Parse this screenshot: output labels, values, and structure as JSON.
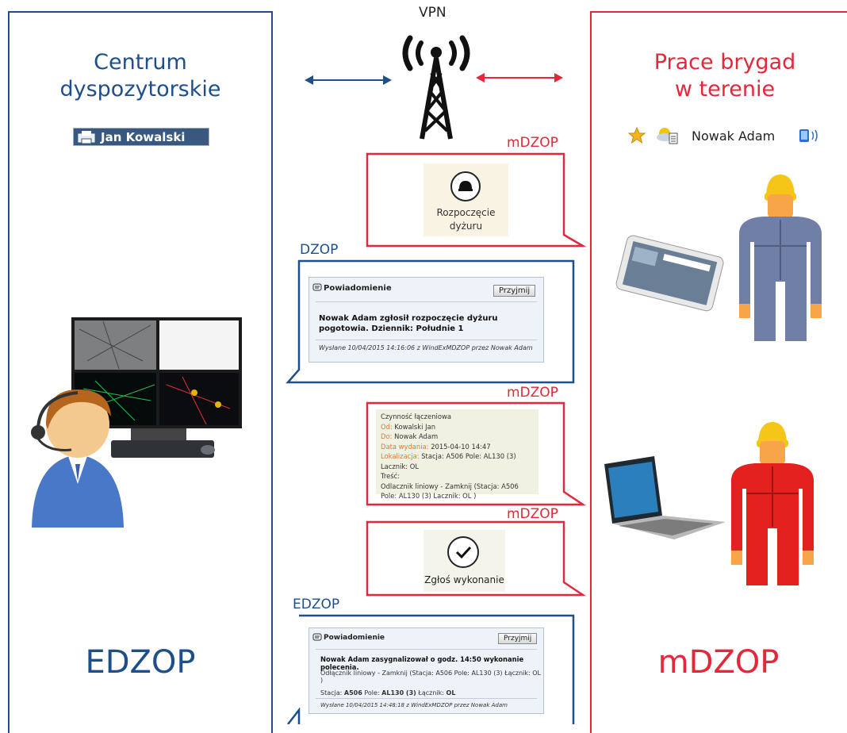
{
  "vpn_label": "VPN",
  "left": {
    "title_line1": "Centrum",
    "title_line2": "dyspozytorskie",
    "user_name": "Jan Kowalski",
    "footer": "EDZOP"
  },
  "right": {
    "title_line1": "Prace brygad",
    "title_line2": "w terenie",
    "user_name": "Nowak Adam",
    "footer": "mDZOP"
  },
  "callouts": {
    "c1_label": "mDZOP",
    "c1_button": "Rozpoczęcie dyżuru",
    "c2_label": "DZOP",
    "c3_label": "mDZOP",
    "c4_label": "mDZOP",
    "c4_button": "Zgłoś wykonanie",
    "c5_label": "EDZOP"
  },
  "notif1": {
    "header": "Powiadomienie",
    "button": "Przyjmij",
    "body": "Nowak Adam zgłosił rozpoczęcie dyżuru pogotowia. Dziennik: Południe 1",
    "footer": "Wysłane 10/04/2015 14:16:06 z WindExMDZOP przez Nowak Adam"
  },
  "switching": {
    "title": "Czynność łączeniowa",
    "from_label": "Od:",
    "from_value": "Kowalski Jan",
    "to_label": "Do:",
    "to_value": "Nowak Adam",
    "date_label": "Data wydania:",
    "date_value": "2015-04-10 14:47",
    "loc_label": "Lokalizacja:",
    "loc_value": "Stacja: A506 Pole: AL130 (3) Lacznik: OL",
    "content_label": "Treść:",
    "content_value": "Odlacznik liniowy - Zamknij (Stacja: A506 Pole: AL130 (3) Lacznik: OL )"
  },
  "notif2": {
    "header": "Powiadomienie",
    "button": "Przyjmij",
    "body_bold": "Nowak Adam zasygnalizował o godz. 14:50 wykonanie polecenia.",
    "body": "Odłącznik liniowy - Zamknij (Stacja: A506 Pole: AL130 (3) Łącznik: OL )",
    "station_prefix": "Stacja:",
    "station": "A506",
    "pole_prefix": "Pole:",
    "pole": "AL130 (3)",
    "switch_prefix": "Łącznik:",
    "switch": "OL",
    "footer": "Wysłane 10/04/2015 14:48:18 z WindExMDZOP przez Nowak Adam"
  },
  "colors": {
    "blue": "#1e4f8c",
    "red": "#e2283a",
    "worker_gray": "#6f7fa6",
    "worker_red": "#e3211f",
    "helmet": "#f5c518"
  }
}
